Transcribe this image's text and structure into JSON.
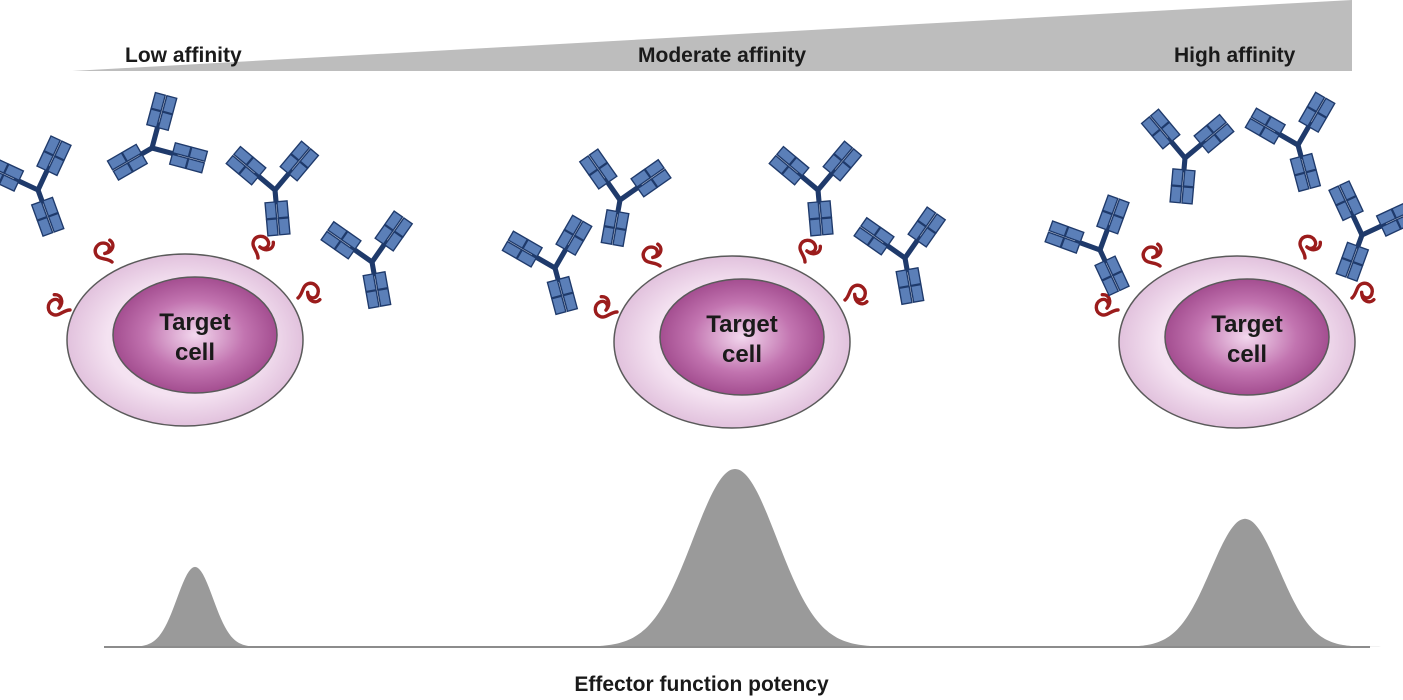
{
  "header": {
    "low": "Low affinity",
    "moderate": "Moderate affinity",
    "high": "High affinity"
  },
  "cells": [
    {
      "line1": "Target",
      "line2": "cell"
    },
    {
      "line1": "Target",
      "line2": "cell"
    },
    {
      "line1": "Target",
      "line2": "cell"
    }
  ],
  "axis": {
    "label": "Effector function potency"
  },
  "colors": {
    "antibody_fill": "#5b7fb8",
    "antibody_stroke": "#1f3a6b",
    "antigen": "#9b1c1c",
    "cell_outer": "#e9cfe6",
    "cell_nucleus": "#b45aa0",
    "wedge": "#bdbdbd",
    "peak": "#9a9a9a"
  },
  "peaks": [
    {
      "relative_height": 0.45
    },
    {
      "relative_height": 1.0
    },
    {
      "relative_height": 0.72
    }
  ]
}
